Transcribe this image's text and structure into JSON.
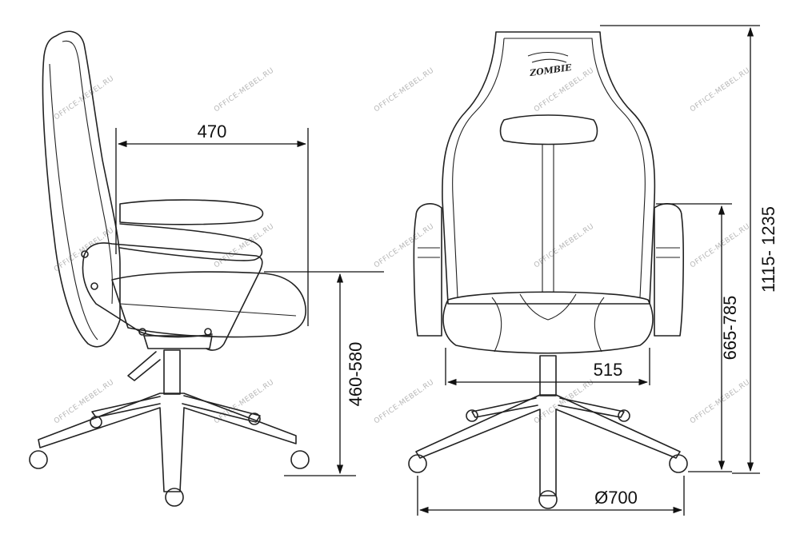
{
  "dimensions": {
    "depth": "470",
    "seat_height": "460-580",
    "seat_width": "515",
    "base_diameter": "Ø700",
    "armrest_height": "665-785",
    "total_height": "1115- 1235"
  },
  "logo_text": "ZOMBIE",
  "watermark": "OFFICE-MEBEL.RU",
  "colors": {
    "line": "#222222",
    "watermark": "#b8b8b8"
  }
}
